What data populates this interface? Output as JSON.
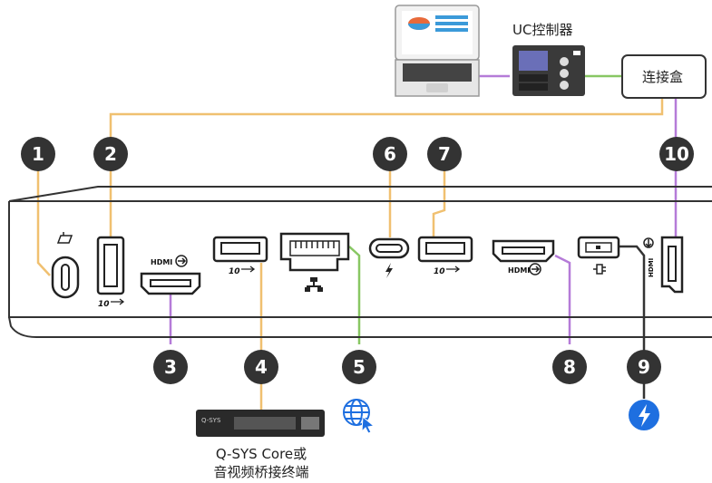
{
  "devices": {
    "uc_controller": "UC控制器",
    "connection_box": "连接盒",
    "core_line1": "Q-SYS Core或",
    "core_line2": "音视频桥接终端",
    "core_brand": "Q-SYS"
  },
  "port_labels": {
    "hdmi": "HDMI",
    "usb10": "10"
  },
  "callouts": [
    "1",
    "2",
    "3",
    "4",
    "5",
    "6",
    "7",
    "8",
    "9",
    "10"
  ],
  "colors": {
    "badge": "#333333",
    "usb_line": "#f0c070",
    "hdmi_line": "#b57bd8",
    "network_line": "#88c763",
    "power_line": "#333333",
    "power_icon": "#1e6fe0",
    "globe_icon": "#1e6fe0"
  },
  "icons": [
    "laptop-icon",
    "uc-controller-icon",
    "kensington-lock-icon",
    "usb-icon",
    "hdmi-out-icon",
    "hdmi-in-icon",
    "ethernet-port-icon",
    "network-icon",
    "thunderbolt-icon",
    "dc-power-icon",
    "globe-icon",
    "power-bolt-icon"
  ]
}
